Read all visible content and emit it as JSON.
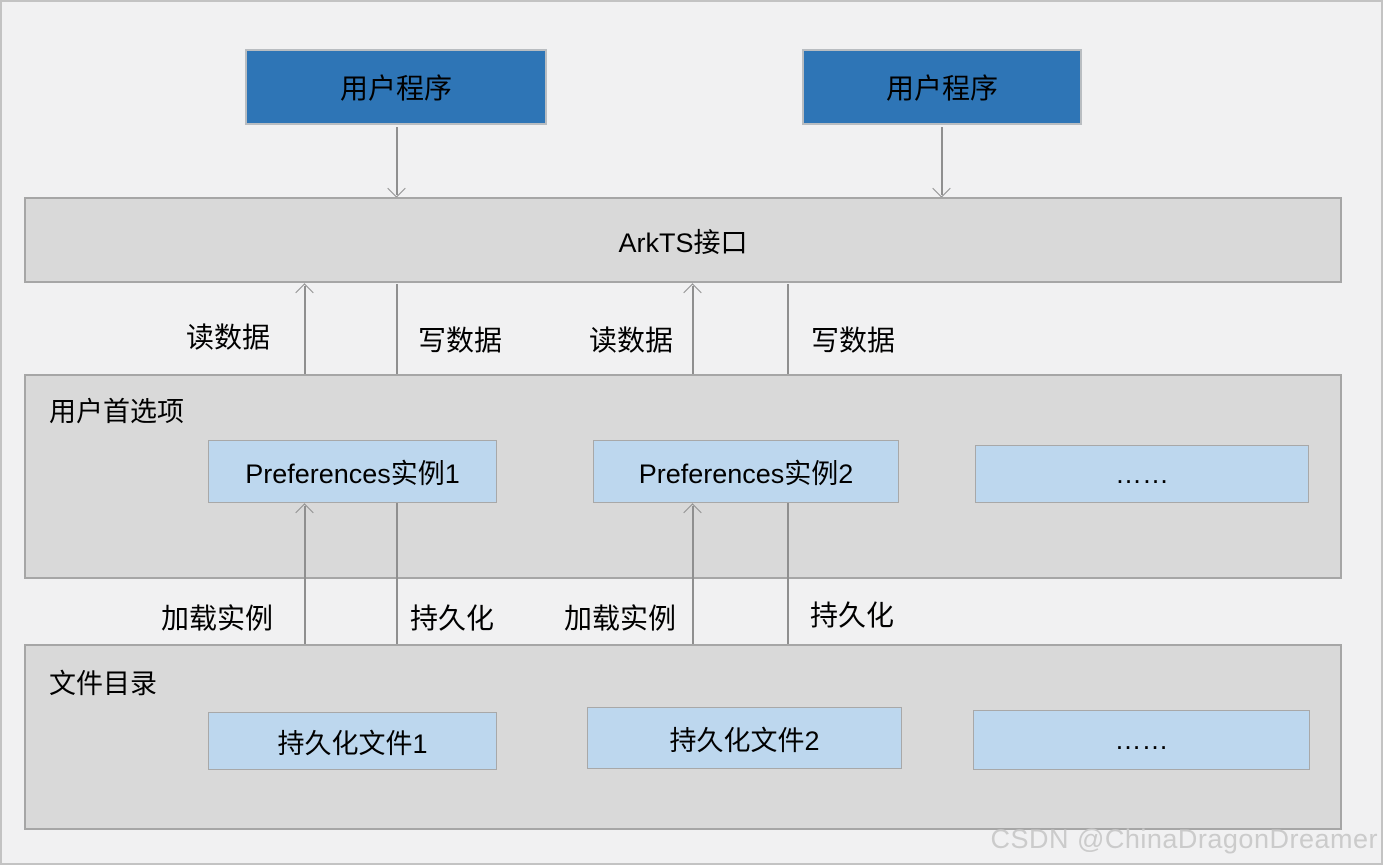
{
  "diagram": {
    "app_boxes": [
      {
        "label": "用户程序"
      },
      {
        "label": "用户程序"
      }
    ],
    "arkts_bar": {
      "label": "ArkTS接口"
    },
    "flow_labels_top": [
      "读数据",
      "写数据",
      "读数据",
      "写数据"
    ],
    "preferences_container": {
      "title": "用户首选项",
      "boxes": [
        {
          "label": "Preferences实例1"
        },
        {
          "label": "Preferences实例2"
        },
        {
          "label": "……"
        }
      ]
    },
    "flow_labels_bottom": [
      "加载实例",
      "持久化",
      "加载实例",
      "持久化"
    ],
    "files_container": {
      "title": "文件目录",
      "boxes": [
        {
          "label": "持久化文件1"
        },
        {
          "label": "持久化文件2"
        },
        {
          "label": "……"
        }
      ]
    },
    "watermark": "CSDN @ChinaDragonDreamer",
    "colors": {
      "app_box": "#2e75b6",
      "panel_fill": "#d9d9d9",
      "panel_border": "#a6a6a6",
      "item_fill": "#bdd7ee",
      "item_border": "#a8a8a8",
      "background": "#f1f1f2",
      "arrow": "#8f8f8f",
      "watermark": "#cbcbcb"
    }
  }
}
